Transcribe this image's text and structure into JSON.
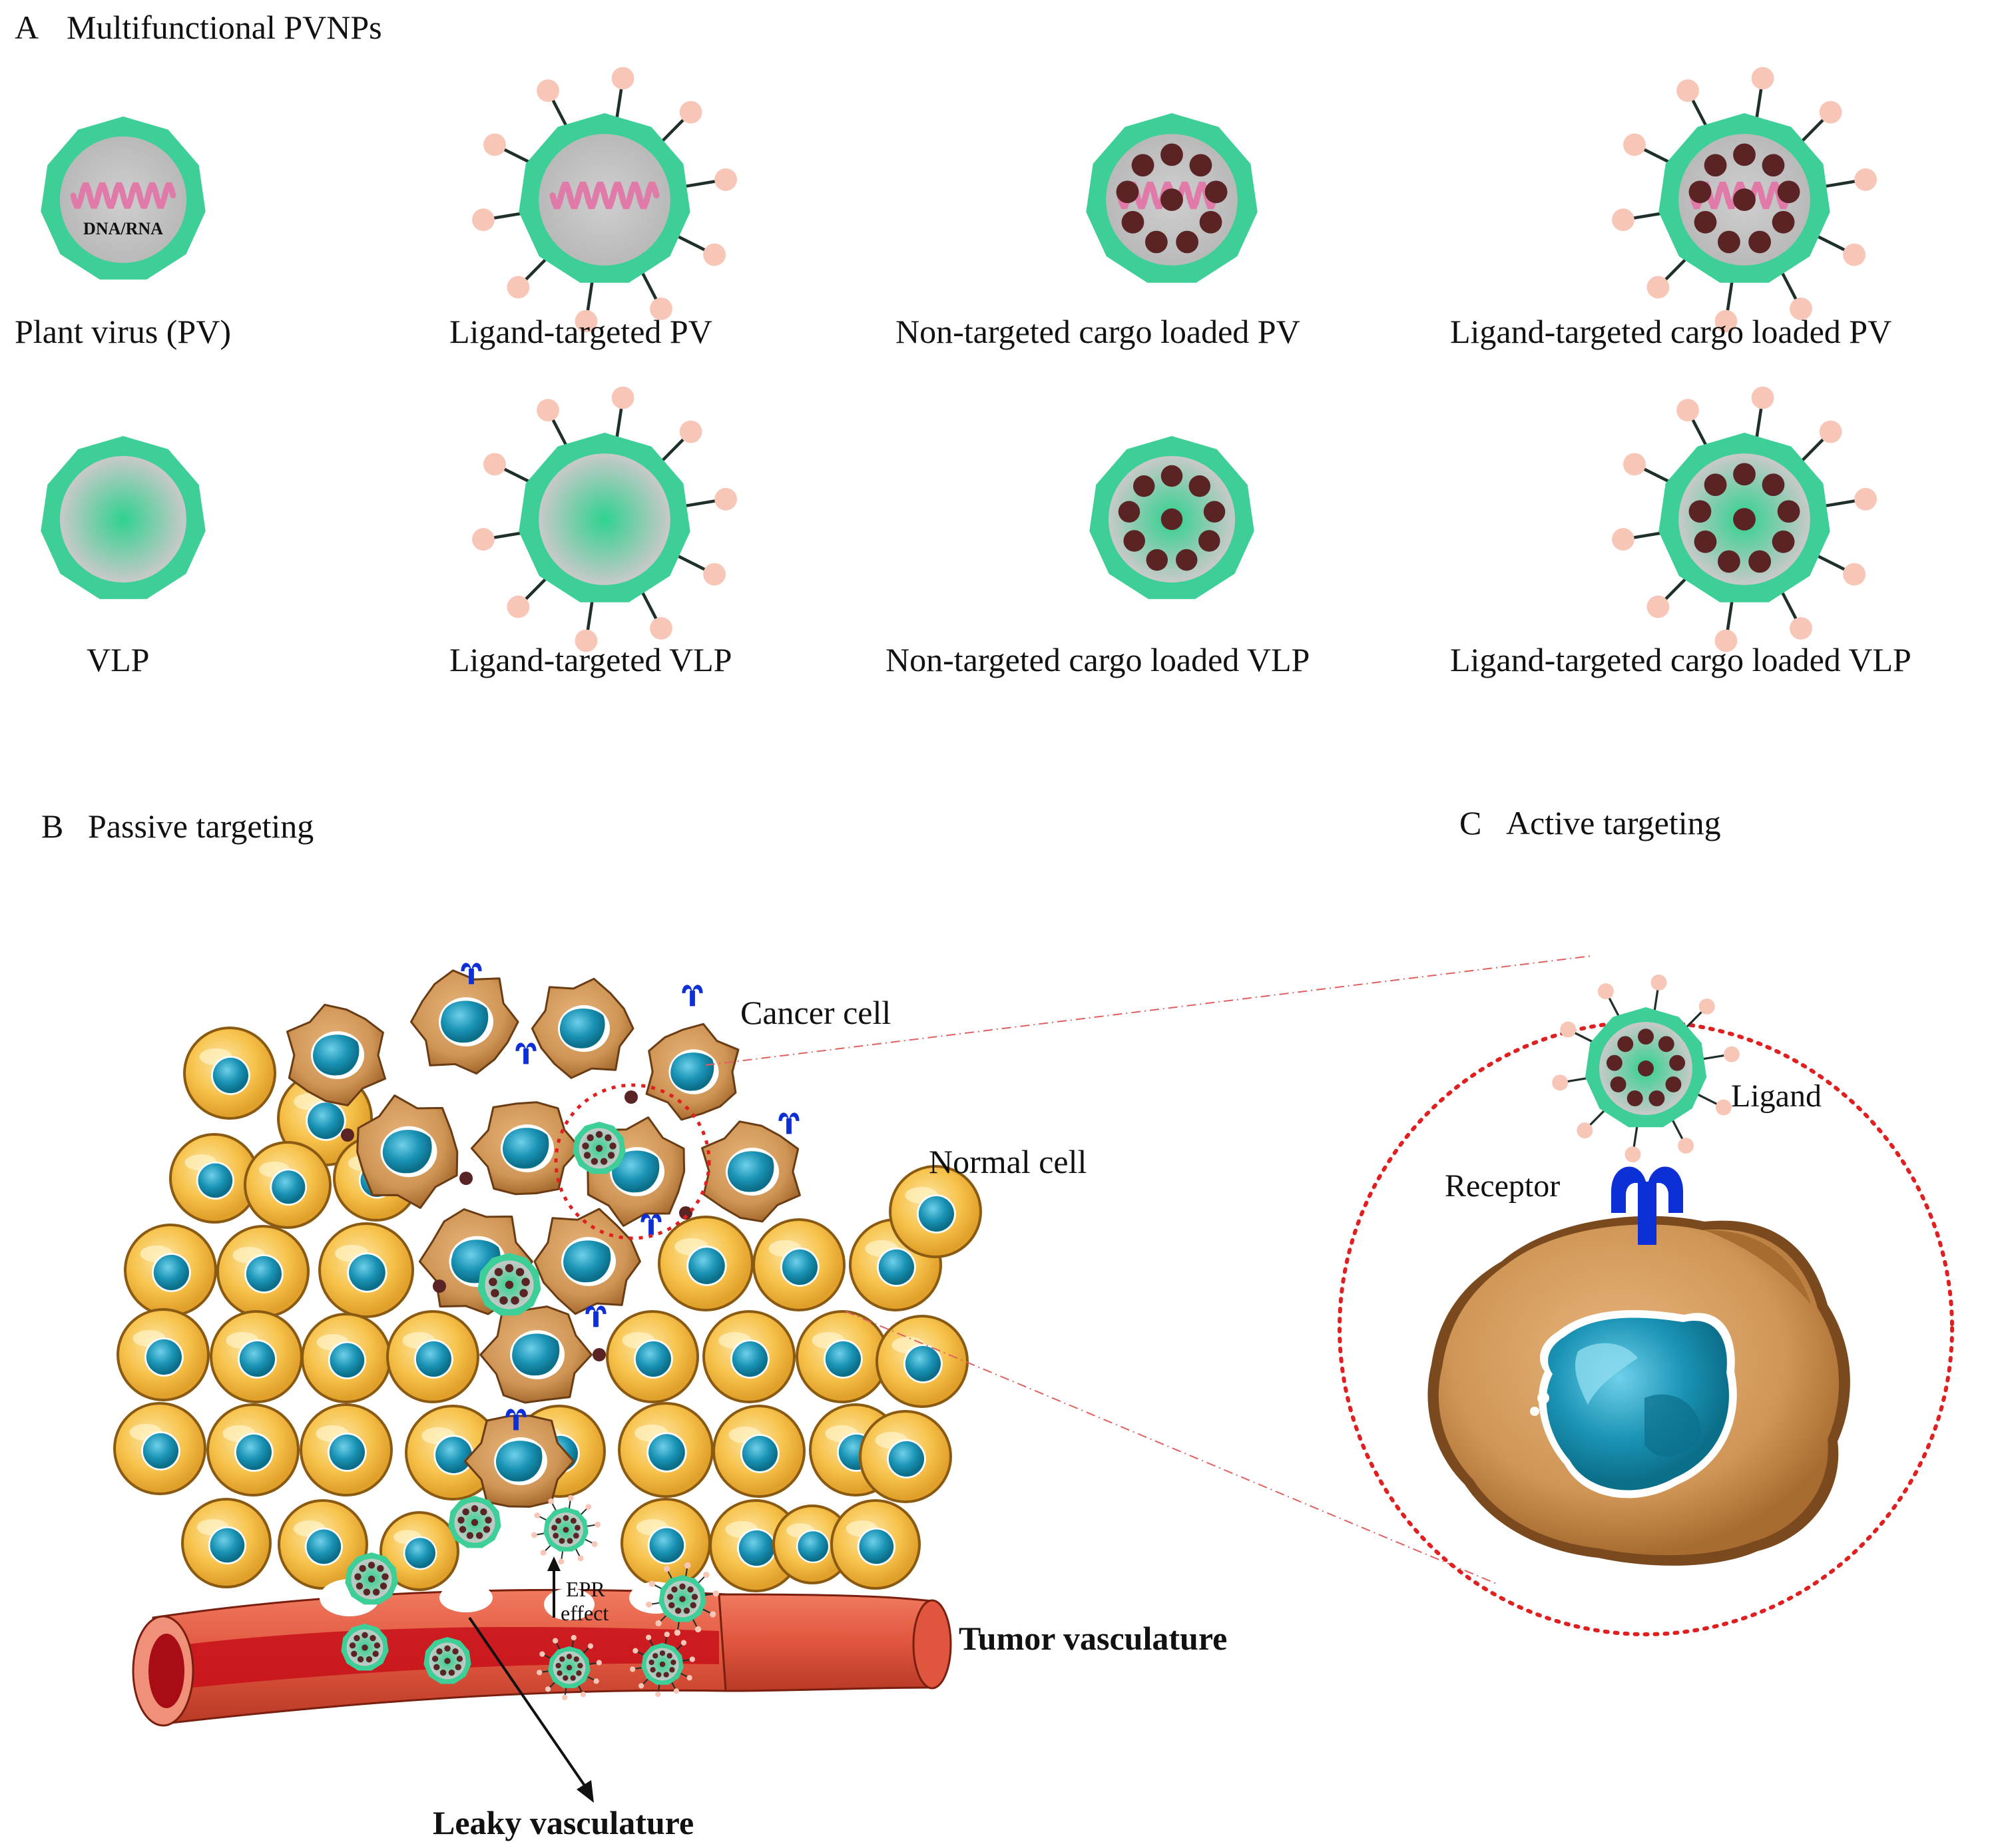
{
  "panel_a": {
    "letter": "A",
    "title": "Multifunctional PVNPs",
    "genome_label": "DNA/RNA",
    "labels": [
      "Plant virus (PV)",
      "Ligand-targeted PV",
      "Non-targeted cargo loaded PV",
      "Ligand-targeted cargo loaded PV",
      "VLP",
      "Ligand-targeted VLP",
      "Non-targeted cargo loaded VLP",
      "Ligand-targeted cargo loaded VLP"
    ]
  },
  "panel_b": {
    "letter": "B",
    "title": "Passive targeting",
    "cancer_cell_label": "Cancer cell",
    "normal_cell_label": "Normal cell",
    "epr_line1": "EPR",
    "epr_line2": "effect",
    "tumor_vasculature_label": "Tumor vasculature",
    "leaky_vasculature_label": "Leaky vasculature"
  },
  "panel_c": {
    "letter": "C",
    "title": "Active targeting",
    "ligand_label": "Ligand",
    "receptor_label": "Receptor"
  },
  "colors": {
    "capsid": "#3ecf98",
    "interior": "#c8c8c8",
    "cargo": "#5a2424",
    "genome": "#e07aa8",
    "ligand": "#f7c6b6",
    "normal_cell": "#f7c34c",
    "cancer_cell": "#cf9555",
    "nucleus": "#1a93b5",
    "vessel": "#e0553d",
    "receptor": "#0d2fd6",
    "dotted_circle": "#e02020"
  }
}
